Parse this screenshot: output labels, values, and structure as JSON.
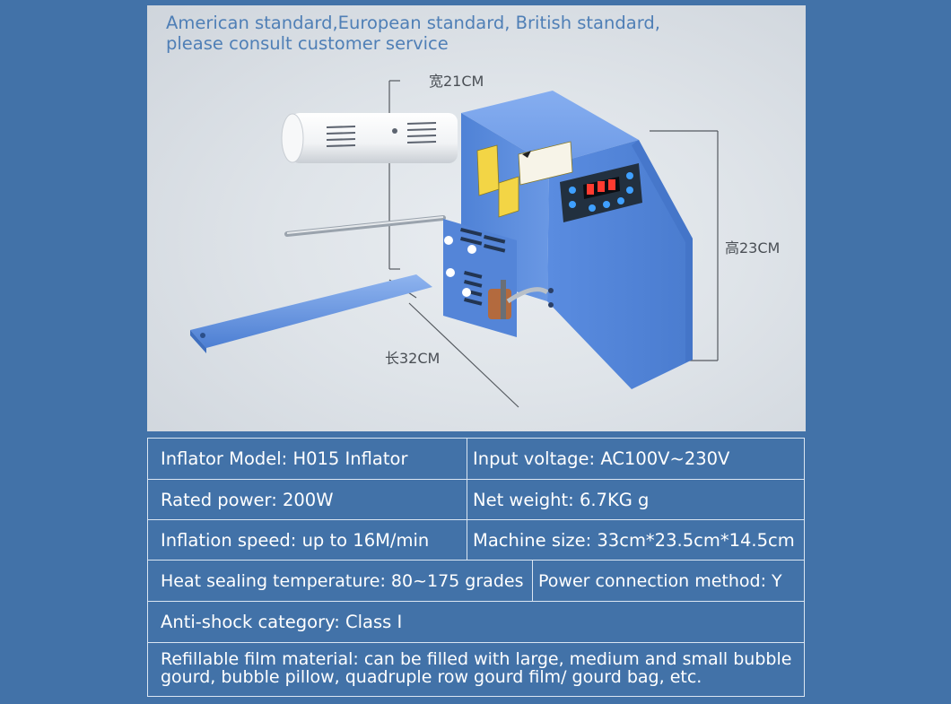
{
  "notice": {
    "line1": "American standard,European standard, British standard,",
    "line2": "please consult customer service"
  },
  "dimensions": {
    "width": "宽21CM",
    "height": "高23CM",
    "length": "长32CM"
  },
  "specs": {
    "model": "Inflator Model: H015 Inflator",
    "voltage": "Input voltage: AC100V~230V",
    "power": "Rated power: 200W",
    "weight": "Net weight: 6.7KG g",
    "speed": "Inflation speed: up to 16M/min",
    "size": "Machine size: 33cm*23.5cm*14.5cm",
    "temperature": "Heat sealing temperature: 80~175 grades",
    "connection": "Power connection method: Y",
    "antishock": "Anti-shock category: Class I",
    "film": "Refillable film material: can be filled with large, medium and small bubble gourd, bubble pillow, quadruple row gourd film/ gourd bag, etc."
  },
  "colors": {
    "background": "#4272a8",
    "machine": "#5b8de0",
    "notice_text": "#4f7fb6"
  }
}
